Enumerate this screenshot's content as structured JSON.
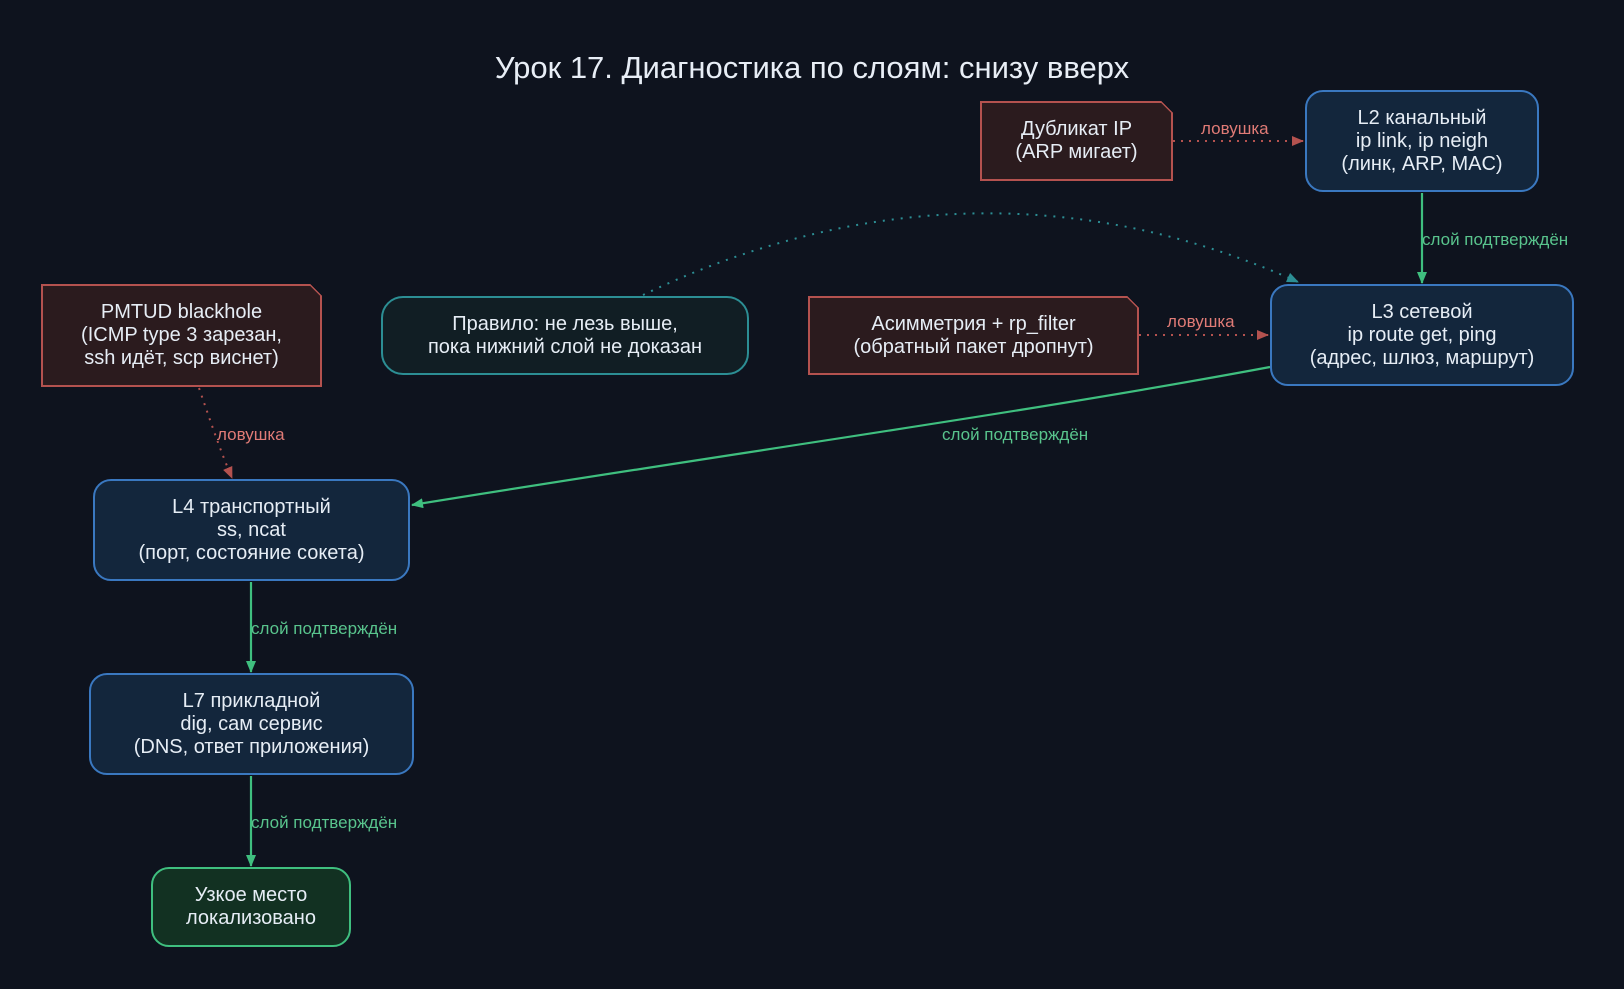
{
  "title": "Урок 17. Диагностика по слоям: снизу вверх",
  "nodes": {
    "l2": [
      "L2 канальный",
      "ip link, ip neigh",
      "(линк, ARP, MAC)"
    ],
    "l3": [
      "L3 сетевой",
      "ip route get, ping",
      "(адрес, шлюз, маршрут)"
    ],
    "l4": [
      "L4 транспортный",
      "ss, ncat",
      "(порт, состояние сокета)"
    ],
    "l7": [
      "L7 прикладной",
      "dig, сам сервис",
      "(DNS, ответ приложения)"
    ],
    "done": [
      "Узкое место",
      "локализовано"
    ],
    "rule": [
      "Правило: не лезь выше,",
      "пока нижний слой не доказан"
    ],
    "trap_dup_ip": [
      "Дубликат IP",
      "(ARP мигает)"
    ],
    "trap_asym": [
      "Асимметрия + rp_filter",
      "(обратный пакет дропнут)"
    ],
    "trap_pmtud": [
      "PMTUD blackhole",
      "(ICMP type 3 зарезан,",
      "ssh идёт, scp виснет)"
    ]
  },
  "edge_labels": {
    "confirmed": "слой подтверждён",
    "trap": "ловушка"
  },
  "colors": {
    "background": "#0e131e",
    "layer_border": "#3a78c0",
    "confirmed_edge": "#3fbf7f",
    "trap_edge": "#b4524f",
    "rule_edge": "#2c8e94"
  }
}
